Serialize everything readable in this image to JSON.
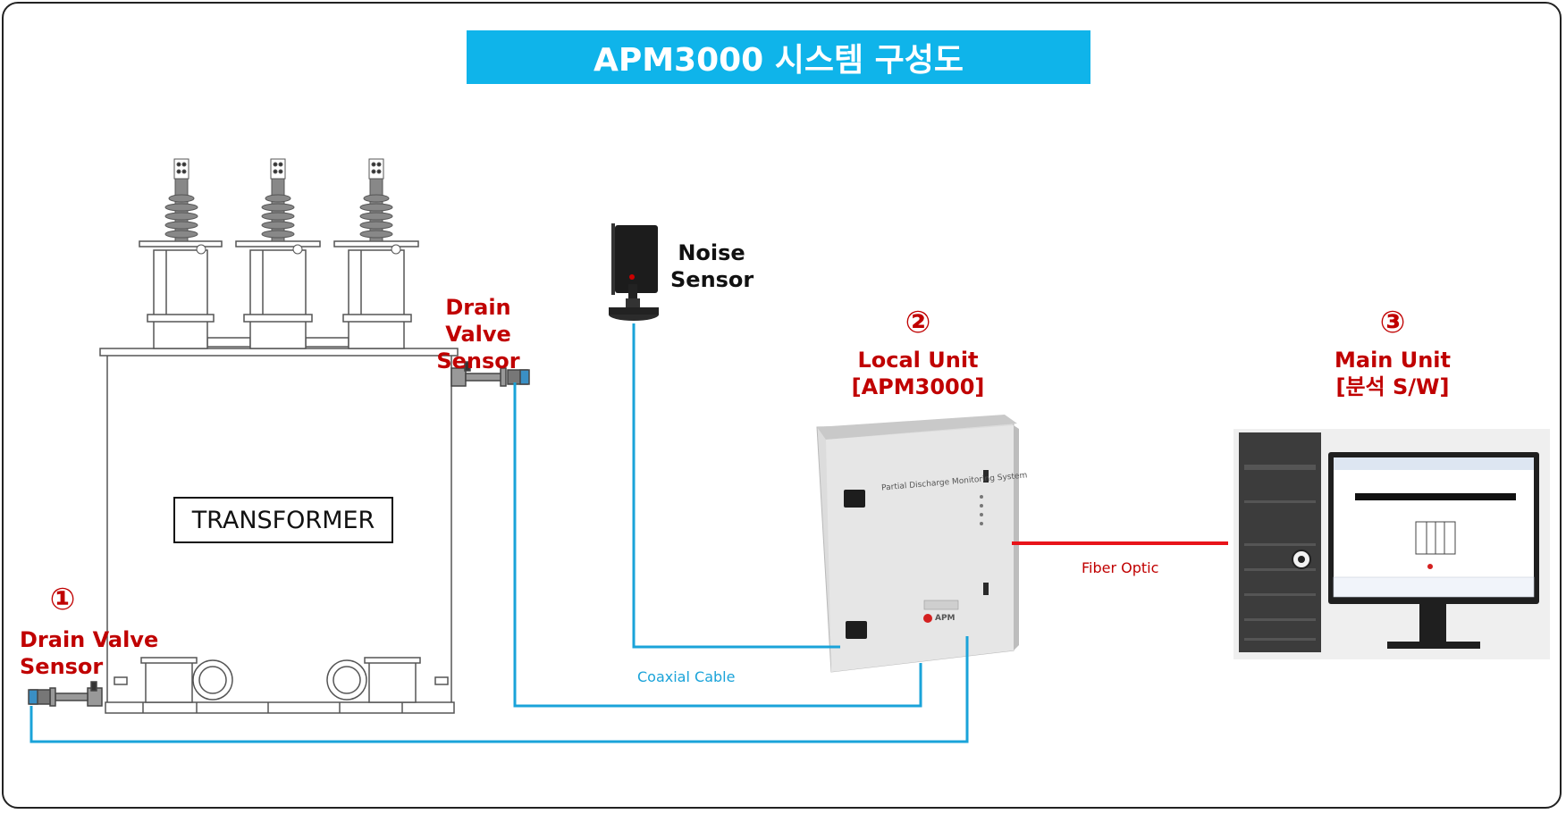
{
  "title": "APM3000 시스템 구성도",
  "transformer": {
    "label": "TRANSFORMER"
  },
  "sensor1": {
    "number": "①",
    "line1": "Drain Valve",
    "line2": "Sensor"
  },
  "sensor_top": {
    "line1": "Drain Valve",
    "line2": "Sensor"
  },
  "noise_sensor": {
    "line1": "Noise",
    "line2": "Sensor"
  },
  "local_unit": {
    "number": "②",
    "line1": "Local Unit",
    "line2": "[APM3000]",
    "panel_text": "Partial Discharge Monitoring System",
    "brand": "APM"
  },
  "main_unit": {
    "number": "③",
    "line1": "Main Unit",
    "line2": "[분석 S/W]"
  },
  "links": {
    "coaxial": "Coaxial Cable",
    "fiber": "Fiber Optic"
  },
  "colors": {
    "title_bg": "#0fb4ea",
    "label_red": "#c00000",
    "coax": "#1aa3d9",
    "fiber": "#e8141a"
  }
}
